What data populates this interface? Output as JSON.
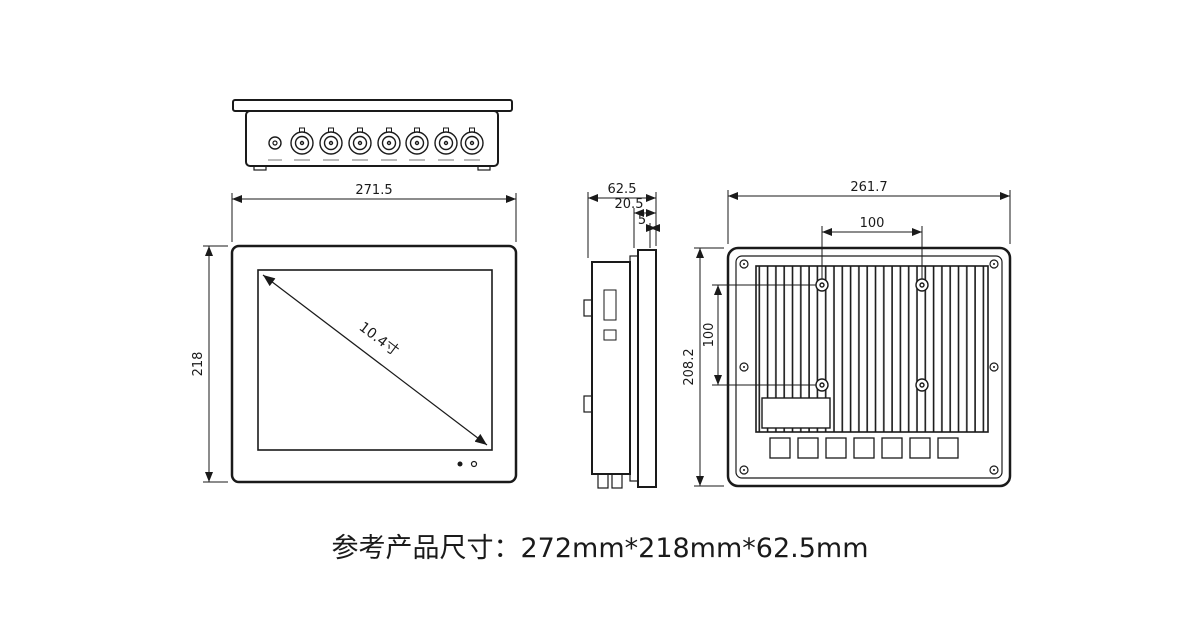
{
  "caption": "参考产品尺寸：272mm*218mm*62.5mm",
  "front_view": {
    "width": "271.5",
    "height": "218",
    "diagonal": "10.4寸"
  },
  "side_view": {
    "depth": "62.5",
    "bezel_depth": "20.5",
    "lip": "5"
  },
  "rear_view": {
    "width": "261.7",
    "height": "208.2",
    "vesa_horizontal": "100",
    "vesa_vertical": "100"
  }
}
